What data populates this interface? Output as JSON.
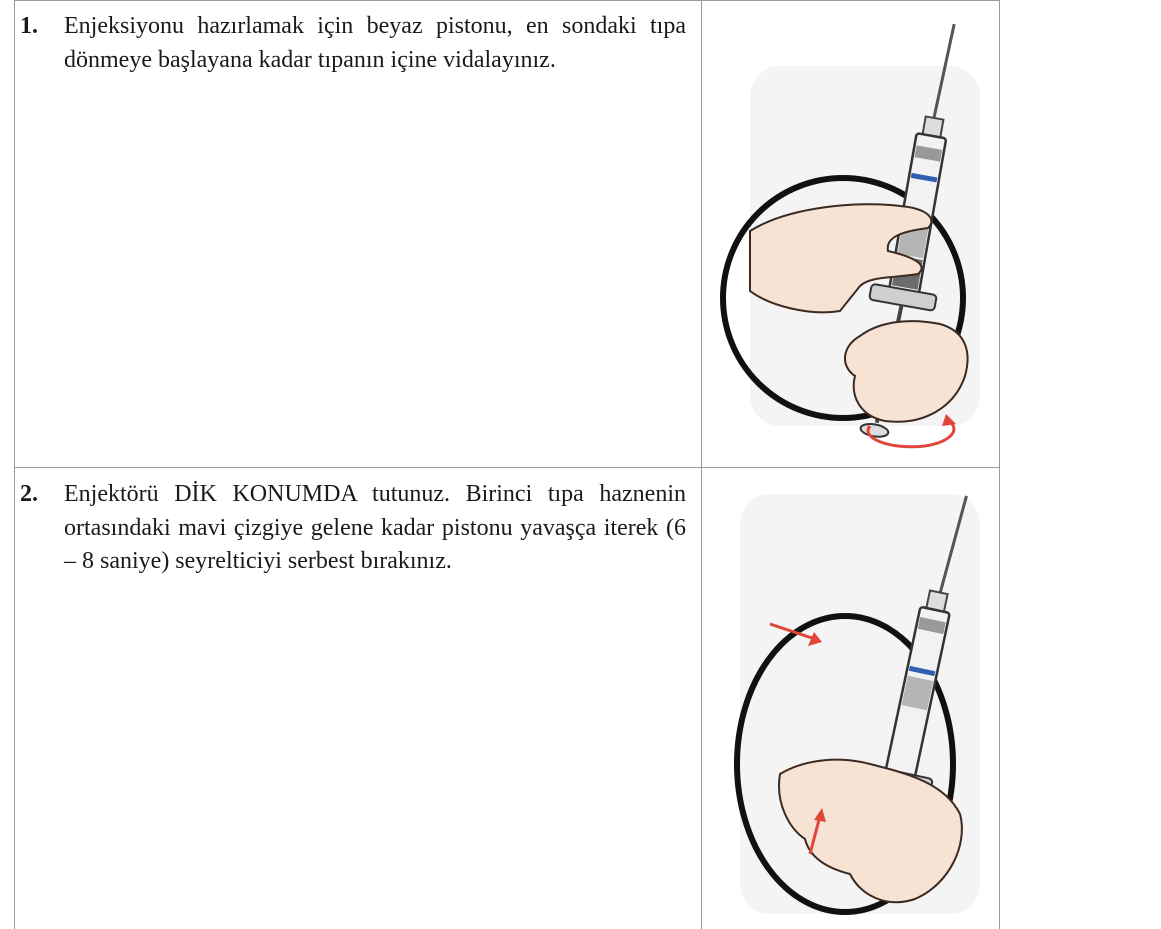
{
  "steps": [
    {
      "number": "1.",
      "text": "Enjeksiyonu hazırlamak için beyaz pistonu, en sondaki tıpa dönmeye başlayana kadar tıpanın içine vidalayınız."
    },
    {
      "number": "2.",
      "text": "Enjektörü DİK KONUMDA tutunuz. Birinci tıpa haznenin ortasındaki mavi çizgiye gelene kadar pistonu yavaşça iterek (6 – 8 saniye) seyrelticiyi serbest bırakınız."
    }
  ],
  "illustrations": [
    {
      "icon": "syringe-rotate-plunger-illustration",
      "accent_color": "#e0463a",
      "marker_color": "#2f5fb0"
    },
    {
      "icon": "syringe-push-plunger-illustration",
      "accent_color": "#e0463a",
      "marker_color": "#2f5fb0"
    }
  ]
}
